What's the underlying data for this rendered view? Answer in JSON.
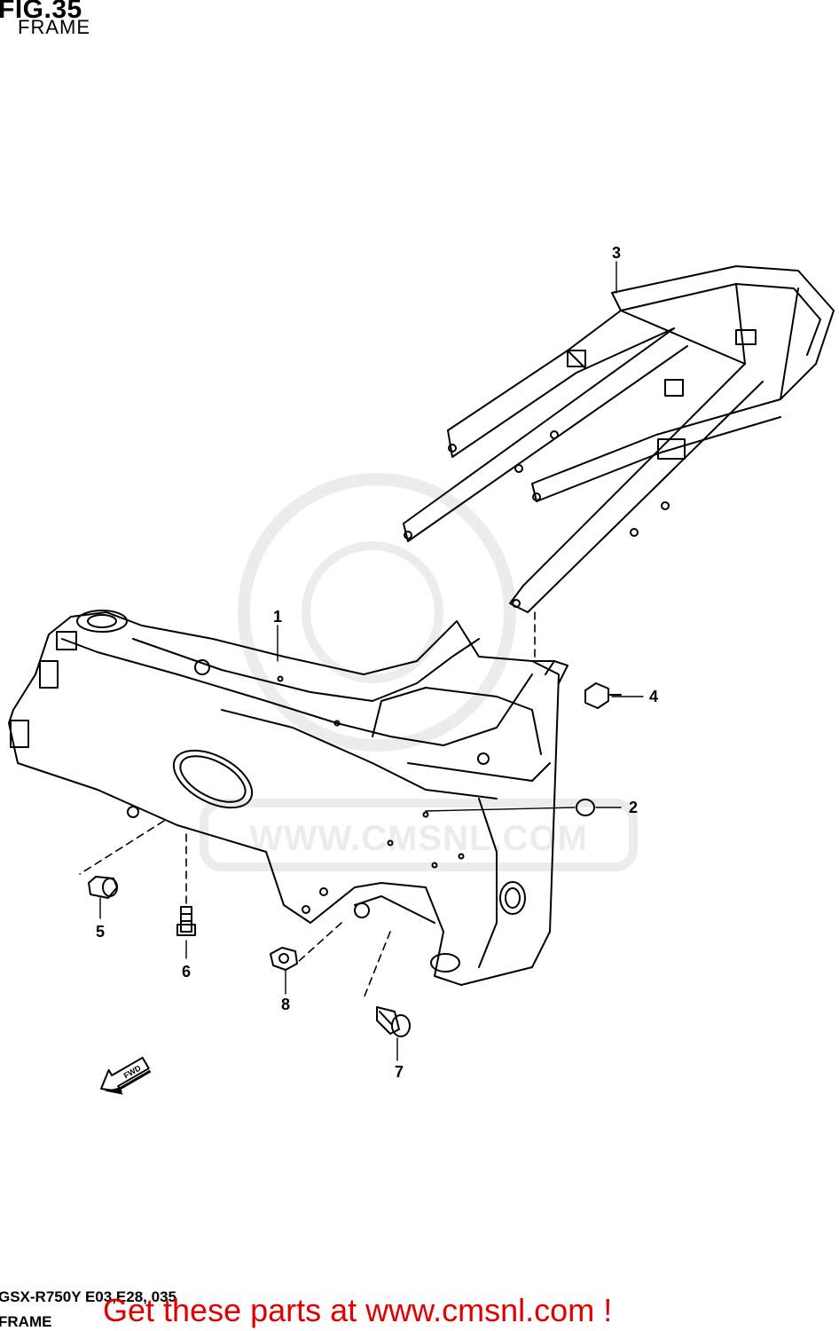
{
  "header": {
    "figure": "FIG.35",
    "subtitle": "FRAME"
  },
  "watermark": {
    "text": "WWW.CMSNL.COM"
  },
  "callouts": [
    {
      "id": "c1",
      "label": "1"
    },
    {
      "id": "c2",
      "label": "2"
    },
    {
      "id": "c3",
      "label": "3"
    },
    {
      "id": "c4",
      "label": "4"
    },
    {
      "id": "c5",
      "label": "5"
    },
    {
      "id": "c6",
      "label": "6"
    },
    {
      "id": "c7",
      "label": "7"
    },
    {
      "id": "c8",
      "label": "8"
    }
  ],
  "fwd_arrow": {
    "label": "FWD"
  },
  "footer": {
    "model": "GSX-R750Y E03,E28, 035",
    "section": "FRAME",
    "cta": "Get these parts at www.cmsnl.com !"
  },
  "colors": {
    "cta": "#e00000",
    "ink": "#000000",
    "watermark": "#e6e6e6"
  }
}
